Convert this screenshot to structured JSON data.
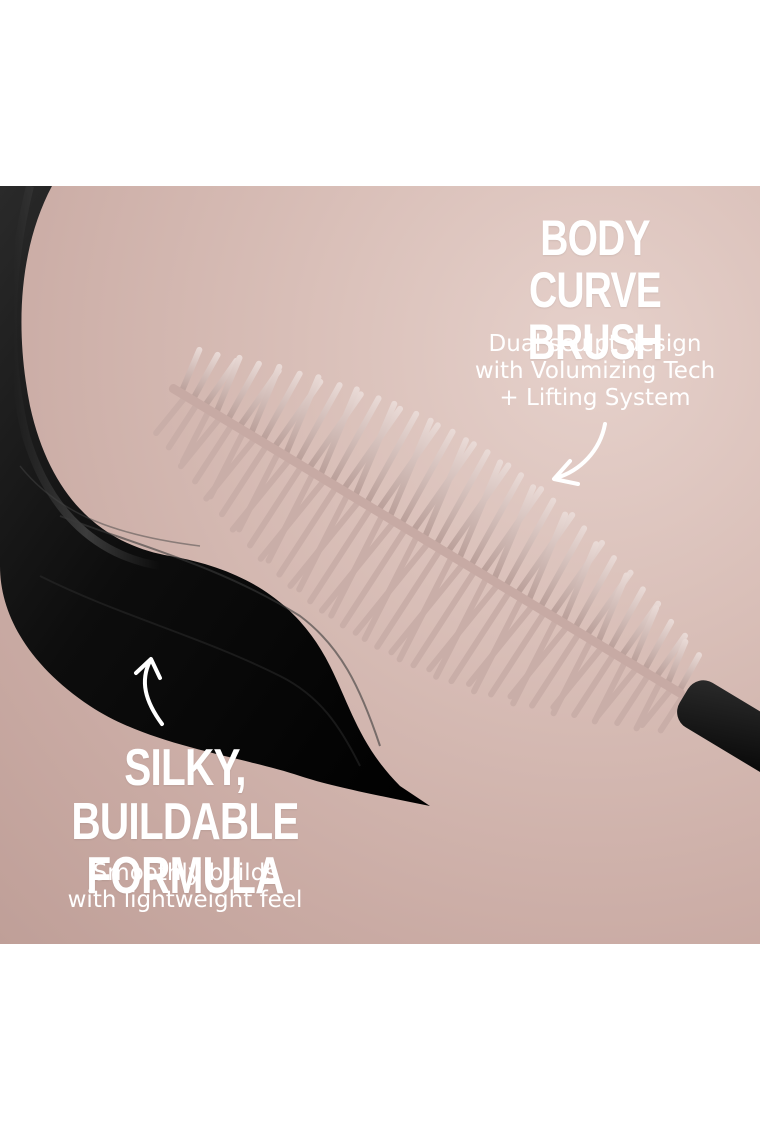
{
  "callouts": {
    "brush": {
      "title_lines": [
        "BODY CURVE",
        "BRUSH"
      ],
      "description_lines": [
        "Dual sculpt design",
        "with Volumizing Tech",
        "+ Lifting System"
      ]
    },
    "formula": {
      "title_lines": [
        "SILKY, BUILDABLE",
        "FORMULA"
      ],
      "description_lines": [
        "Smoothly builds",
        "with lightweight feel"
      ]
    }
  },
  "colors": {
    "background": "#d9bfb8",
    "text": "#ffffff",
    "hair_fiber": "#111111",
    "brush_bristles": "#dcc6c1"
  },
  "icons": {
    "brush_arrow": "curved-arrow-down-left-icon",
    "formula_arrow": "curved-arrow-up-icon"
  }
}
